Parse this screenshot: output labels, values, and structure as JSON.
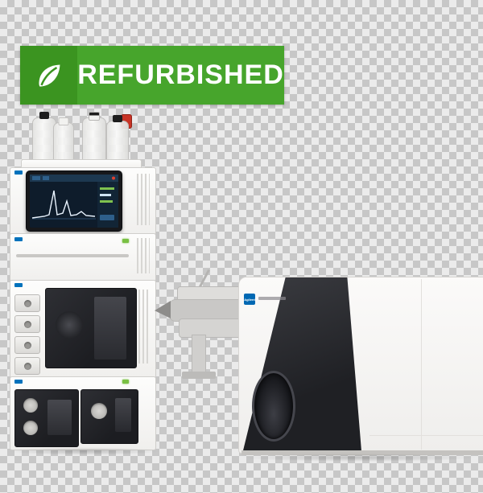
{
  "badge": {
    "label": "REFURBISHED",
    "background_color": "#47a52c",
    "leaf_tile_color": "#3b9420",
    "text_color": "#ffffff",
    "icon": "leaf-icon"
  },
  "scene": {
    "background": {
      "style": "transparency-checkerboard",
      "checker_dark": "#c7c7c7",
      "checker_light": "#ebebeb"
    },
    "lc_stack": {
      "name": "HPLC module stack with solvent bottles",
      "accent_color": "#0072bc",
      "led_color": "#79c043",
      "display_screen": {
        "background": "#0e1c2b",
        "trace_color": "#eaf4ff"
      },
      "modules": [
        {
          "name": "solvent-bottle-tray"
        },
        {
          "name": "display-module"
        },
        {
          "name": "column-compartment-module"
        },
        {
          "name": "autosampler-module"
        },
        {
          "name": "pump-module"
        }
      ]
    },
    "mass_spec": {
      "name": "Triple-quadrupole LC/MS mass spectrometer",
      "brand": "Agilent",
      "logo_color": "#0068b3",
      "body_color": "#f5f4f2",
      "front_panel_color": "#26272b"
    }
  }
}
